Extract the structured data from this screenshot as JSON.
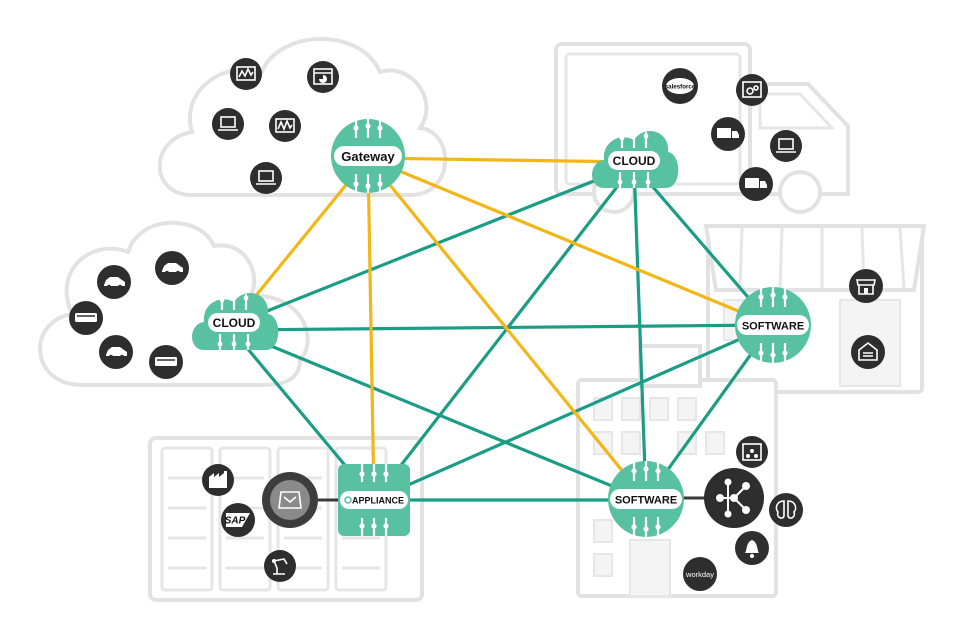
{
  "nodes": {
    "gateway": {
      "label": "Gateway"
    },
    "cloud_top": {
      "label": "CLOUD"
    },
    "cloud_left": {
      "label": "CLOUD"
    },
    "software_right": {
      "label": "SOFTWARE"
    },
    "appliance": {
      "label": "APPLIANCE"
    },
    "software_bottom": {
      "label": "SOFTWARE"
    }
  },
  "logos": {
    "salesforce": "salesforce",
    "sap": "SAP",
    "workday": "workday"
  },
  "colors": {
    "node": "#58c2a0",
    "link_teal": "#1b9c85",
    "link_gold": "#f3b617",
    "icon": "#2e2e2e"
  },
  "icons": {
    "cloud_top_left": [
      "monitor-chart-icon",
      "window-pie-chart-icon",
      "laptop-icon",
      "monitor-chart-icon",
      "laptop-icon"
    ],
    "cloud_left": [
      "car-icon",
      "car-icon",
      "bus-icon",
      "car-icon",
      "bus-icon"
    ],
    "truck_area": [
      "salesforce-logo",
      "window-gears-icon",
      "truck-icon",
      "laptop-icon",
      "truck-icon"
    ],
    "store_area": [
      "storefront-icon",
      "garage-icon"
    ],
    "server_area": [
      "factory-icon",
      "appliance-box-icon",
      "sap-logo",
      "robot-arm-icon"
    ],
    "office_area": [
      "window-network-icon",
      "kafka-hub-icon",
      "brain-icon",
      "bell-icon",
      "workday-logo"
    ]
  }
}
